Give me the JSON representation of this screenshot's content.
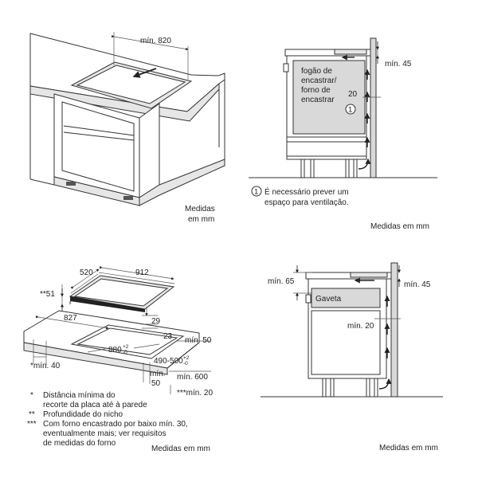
{
  "panel_tl": {
    "dim_min_820": "mín. 820",
    "units_line1": "Medidas",
    "units_line2": "em mm"
  },
  "panel_tr": {
    "oven_line1": "fogão de",
    "oven_line2": "encastrar/",
    "oven_line3": "forno de",
    "oven_line4": "encastrar",
    "dim_20": "20",
    "marker": "1",
    "dim_min_45": "mín. 45",
    "note_marker": "1",
    "note_line1": "É necessário prever um",
    "note_line2": "espaço para ventilação.",
    "units": "Medidas em mm"
  },
  "panel_bl": {
    "dim_520": "520",
    "dim_912": "912",
    "dim_51": "**51",
    "dim_827": "827",
    "dim_29": "29",
    "dim_23": "23",
    "dim_880": "880",
    "dim_880_tol_up": "+2",
    "dim_880_tol_dn": "-0",
    "dim_min_50": "mín. 50",
    "dim_490_500": "490-500",
    "dim_490_tol_up": "+2",
    "dim_490_tol_dn": "-0",
    "dim_min_40": "*mín. 40",
    "dim_min_50b_1": "mín.",
    "dim_min_50b_2": "50",
    "dim_min_600": "mín. 600",
    "dim_min_20": "***mín. 20",
    "foot1_mark": "*",
    "foot1_line1": "Distância mínima do",
    "foot1_line2": "recorte da placa até à parede",
    "foot2_mark": "**",
    "foot2_line1": "Profundidade do nicho",
    "foot3_mark": "***",
    "foot3_line1": "Com forno encastrado por baixo mín. 30,",
    "foot3_line2": "eventualmente mais; ver requisitos",
    "foot3_line3": "de medidas do forno",
    "units": "Medidas em mm"
  },
  "panel_br": {
    "dim_min_65": "mín. 65",
    "dim_min_45": "mín. 45",
    "drawer_label": "Gaveta",
    "dim_min_20": "mín. 20",
    "units": "Medidas em mm"
  }
}
